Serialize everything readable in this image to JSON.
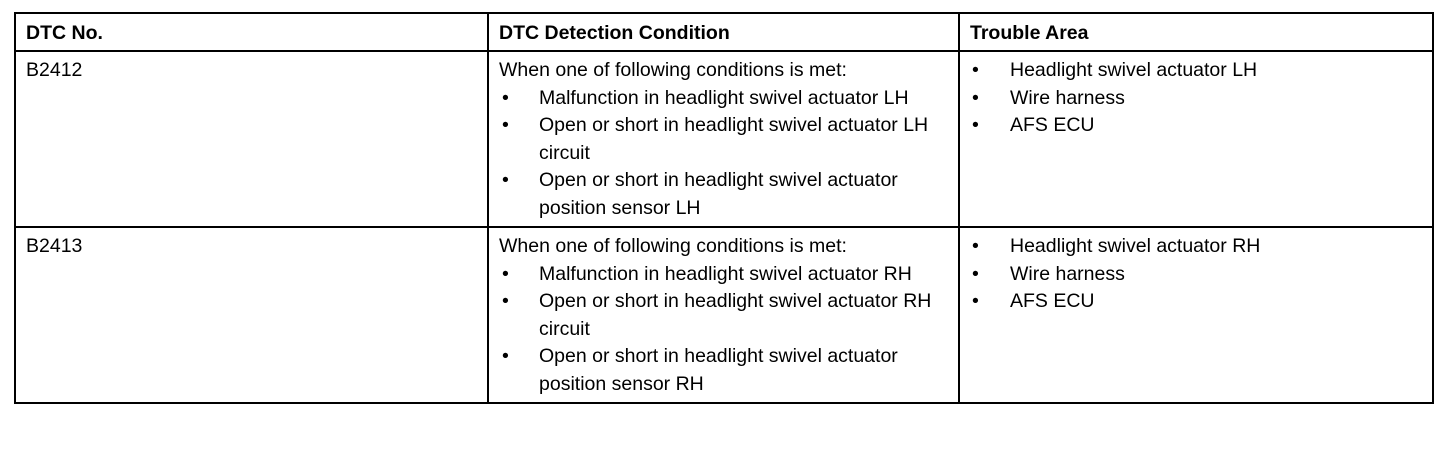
{
  "table": {
    "headers": {
      "dtc_no": "DTC No.",
      "condition": "DTC Detection Condition",
      "trouble": "Trouble Area"
    },
    "bullet_symbol": "•",
    "rows": [
      {
        "dtc": "B2412",
        "intro": "When one of following conditions is met:",
        "conditions": [
          "Malfunction in headlight swivel actuator LH",
          "Open or short in headlight swivel actuator LH circuit",
          "Open or short in headlight swivel actuator position sensor LH"
        ],
        "trouble": [
          "Headlight swivel actuator LH",
          "Wire harness",
          "AFS ECU"
        ]
      },
      {
        "dtc": "B2413",
        "intro": "When one of following conditions is met:",
        "conditions": [
          "Malfunction in headlight swivel actuator RH",
          "Open or short in headlight swivel actuator RH circuit",
          "Open or short in headlight swivel actuator position sensor RH"
        ],
        "trouble": [
          "Headlight swivel actuator RH",
          "Wire harness",
          "AFS ECU"
        ]
      }
    ]
  }
}
